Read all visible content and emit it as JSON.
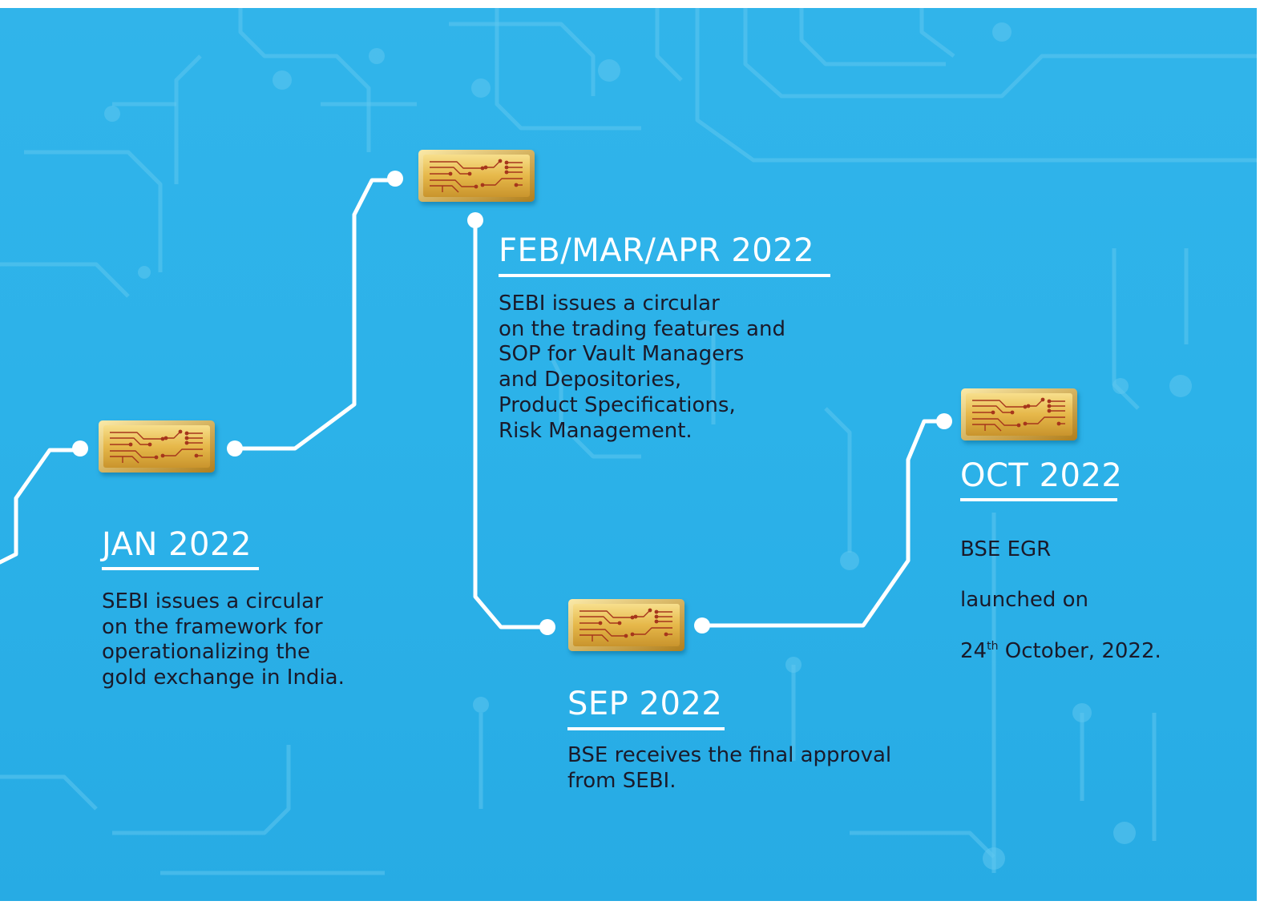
{
  "colors": {
    "background": "#2eb3e9",
    "circuit_trace": "#5fc6ef",
    "timeline_line": "#ffffff",
    "gold_bar": "#e0b040",
    "gold_trace": "#a6341c",
    "body_text": "#1a1a2a"
  },
  "icons": {
    "milestone": "gold-bar-chip-icon",
    "connector": "circle-node-icon"
  },
  "milestones": [
    {
      "id": "jan",
      "title": "JAN 2022",
      "body": "SEBI issues a circular\non the framework for\noperationalizing the\ngold exchange in India."
    },
    {
      "id": "feb",
      "title": "FEB/MAR/APR 2022",
      "body": "SEBI issues a circular\non the trading features and\nSOP for Vault Managers\nand Depositories,\nProduct Specifications,\nRisk Management."
    },
    {
      "id": "sep",
      "title": "SEP 2022",
      "body": "BSE receives the final approval\nfrom SEBI."
    },
    {
      "id": "oct",
      "title": "OCT 2022",
      "body_lines": [
        "BSE EGR",
        "launched on"
      ],
      "date_day": "24",
      "date_suffix": "th",
      "date_rest": " October, 2022."
    }
  ]
}
